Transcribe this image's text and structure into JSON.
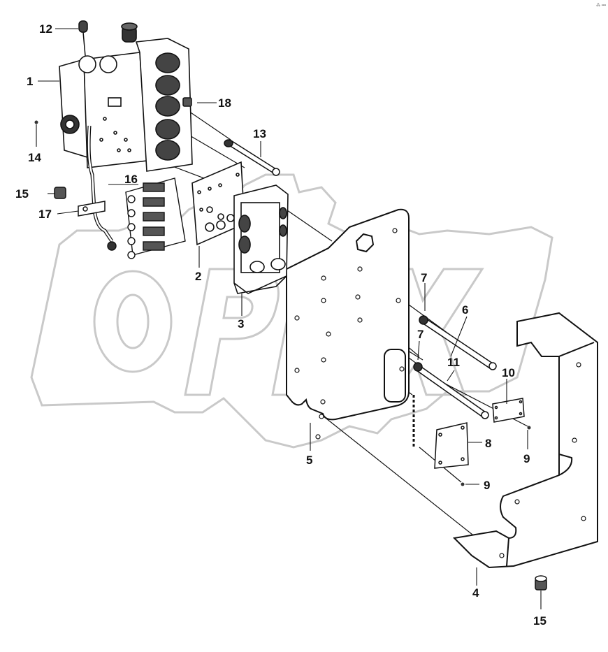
{
  "watermark": {
    "text": "OPEX",
    "color": "#c9c9c9"
  },
  "colors": {
    "line": "#111111",
    "shade": "#444444",
    "paper": "#ffffff"
  },
  "corner_mark": "⁂ ▪▪▪",
  "callouts": [
    {
      "id": "c1",
      "text": "1"
    },
    {
      "id": "c2",
      "text": "2"
    },
    {
      "id": "c3",
      "text": "3"
    },
    {
      "id": "c4",
      "text": "4"
    },
    {
      "id": "c5",
      "text": "5"
    },
    {
      "id": "c6",
      "text": "6"
    },
    {
      "id": "c7a",
      "text": "7"
    },
    {
      "id": "c7b",
      "text": "7"
    },
    {
      "id": "c8",
      "text": "8"
    },
    {
      "id": "c9a",
      "text": "9"
    },
    {
      "id": "c9b",
      "text": "9"
    },
    {
      "id": "c10",
      "text": "10"
    },
    {
      "id": "c11",
      "text": "11"
    },
    {
      "id": "c12",
      "text": "12"
    },
    {
      "id": "c13",
      "text": "13"
    },
    {
      "id": "c14",
      "text": "14"
    },
    {
      "id": "c15a",
      "text": "15"
    },
    {
      "id": "c15b",
      "text": "15"
    },
    {
      "id": "c16",
      "text": "16"
    },
    {
      "id": "c17",
      "text": "17"
    },
    {
      "id": "c18",
      "text": "18"
    }
  ]
}
